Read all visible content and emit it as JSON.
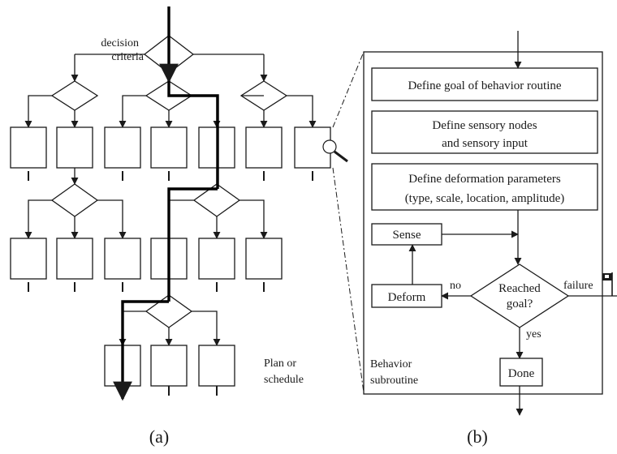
{
  "panel_a": {
    "decision_label_line1": "decision",
    "decision_label_line2": "criteria",
    "plan_label_line1": "Plan or",
    "plan_label_line2": "schedule",
    "caption": "(a)"
  },
  "panel_b": {
    "steps": {
      "goal": "Define goal of behavior routine",
      "sensory_line1": "Define sensory nodes",
      "sensory_line2": "and sensory input",
      "deform_params_line1": "Define deformation parameters",
      "deform_params_line2": "(type, scale, location, amplitude)",
      "sense": "Sense",
      "deform": "Deform",
      "decision_line1": "Reached",
      "decision_line2": "goal?",
      "done": "Done"
    },
    "edges": {
      "no": "no",
      "yes": "yes",
      "failure": "failure"
    },
    "subroutine_line1": "Behavior",
    "subroutine_line2": "subroutine",
    "caption": "(b)"
  },
  "colors": {
    "stroke": "#1a1a1a",
    "background": "#ffffff"
  }
}
